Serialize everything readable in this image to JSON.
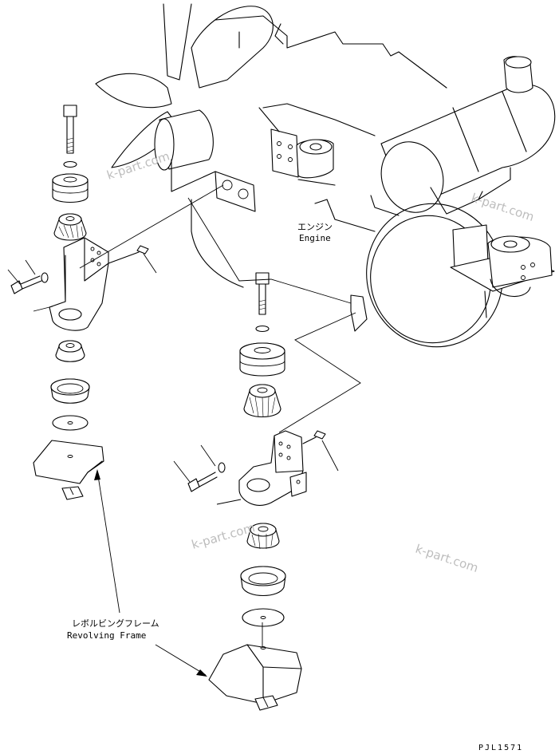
{
  "labels": {
    "engine_jp": "エンジン",
    "engine_en": "Engine",
    "frame_jp": "レボルビングフレーム",
    "frame_en": "Revolving Frame"
  },
  "watermarks": [
    "k-part.com",
    "k-part.com",
    "k-part.com",
    "k-part.com"
  ],
  "drawing_code": "PJL1571"
}
